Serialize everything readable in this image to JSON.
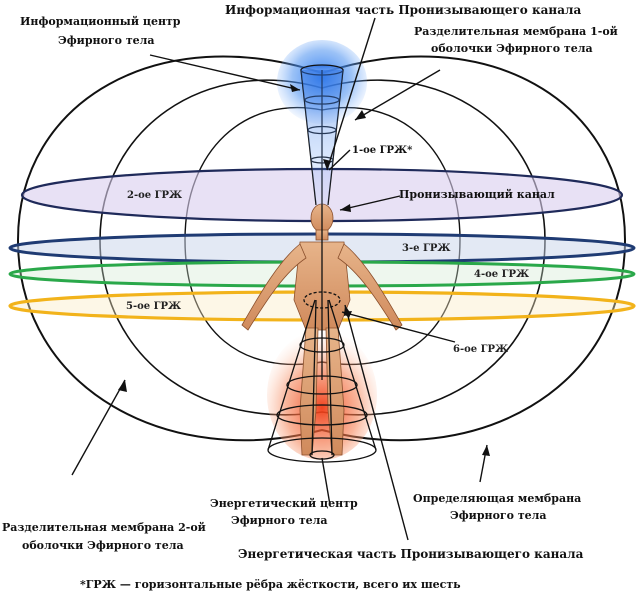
{
  "labels": {
    "info_center": [
      "Информационный центр",
      "Эфирного тела"
    ],
    "info_part": "Информационная часть Пронизывающего канала",
    "membrane1": [
      "Разделительная мембрана 1-ой",
      "оболочки Эфирного тела"
    ],
    "grzh1": "1-ое ГРЖ*",
    "grzh2": "2-ое ГРЖ",
    "piercing_channel": "Пронизывающий канал",
    "grzh3": "3-е ГРЖ",
    "grzh4": "4-ое ГРЖ",
    "grzh5": "5-ое ГРЖ",
    "grzh6": "6-ое ГРЖ",
    "energy_center": [
      "Энергетический центр",
      "Эфирного тела"
    ],
    "membrane2": [
      "Разделительная мембрана 2-ой",
      "оболочки Эфирного тела"
    ],
    "defining_membrane": [
      "Определяющая мембрана",
      "Эфирного тела"
    ],
    "energy_part": "Энергетическая часть Пронизывающего канала",
    "footnote": "*ГРЖ — горизонтальные рёбра жёсткости, всего их шесть"
  },
  "colors": {
    "ring2": "#b8a9d9",
    "ring3": "#1f3b73",
    "ring4": "#2aa84a",
    "ring5": "#f2b31b",
    "info_glow": "#2f7cf0",
    "energy_glow": "#f04a1e",
    "outline": "#111111"
  }
}
